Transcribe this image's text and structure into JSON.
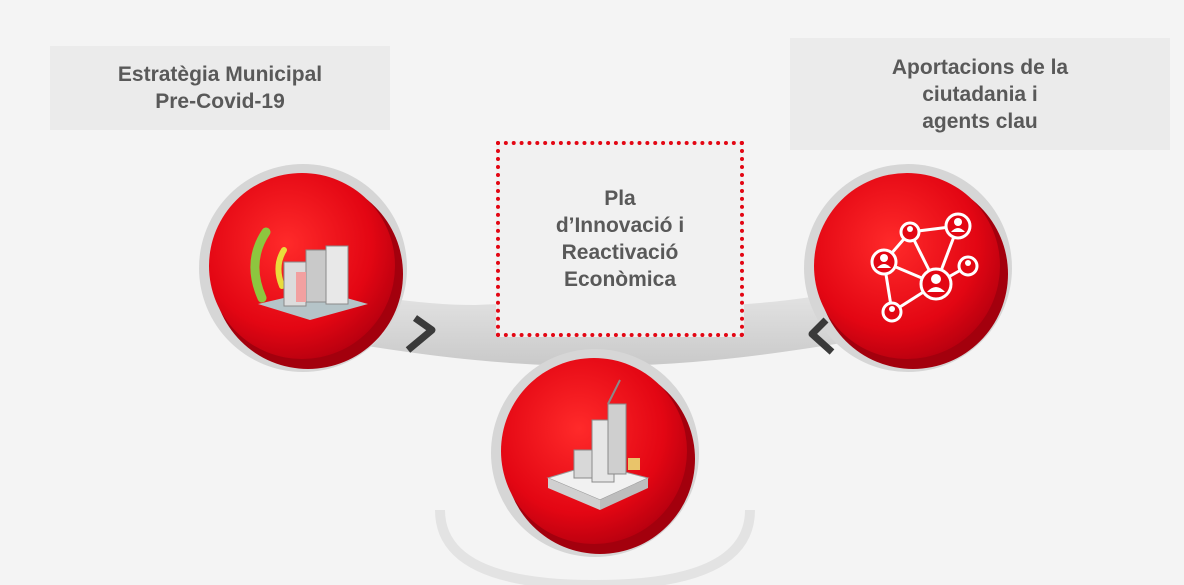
{
  "nodes": {
    "left": {
      "label": "Estratègia Municipal\nPre-Covid-19",
      "icon": "city-buildings-signal-icon"
    },
    "center": {
      "label": "Pla\nd’Innovació i\nReactivació\nEconòmica",
      "icon": "book-city-icon"
    },
    "right": {
      "label": "Aportacions de la\nciutadania i\nagents clau",
      "icon": "people-network-icon"
    }
  },
  "colors": {
    "accent": "#e30613",
    "accent_dark": "#a3000d",
    "frame": "#d9d9d9",
    "label_text": "#595959",
    "label_bg": "#ebebeb"
  }
}
